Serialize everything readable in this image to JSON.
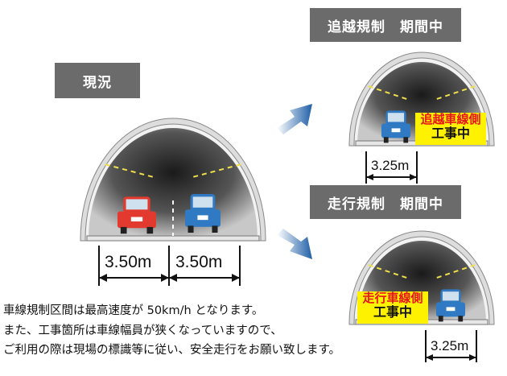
{
  "current": {
    "label": "現況",
    "widths": [
      "3.50m",
      "3.50m"
    ]
  },
  "overtaking_restriction": {
    "label": "追越規制　期間中",
    "sign_top": "追越車線側",
    "sign_bottom": "工事中",
    "width": "3.25m"
  },
  "driving_restriction": {
    "label": "走行規制　期間中",
    "sign_top": "走行車線側",
    "sign_bottom": "工事中",
    "width": "3.25m"
  },
  "notes": [
    "車線規制区間は最高速度が 50km/h となります。",
    "また、工事箇所は車線幅員が狭くなっていますので、",
    "ご利用の際は現場の標識等に従い、安全走行をお願い致します。"
  ],
  "colors": {
    "label_bg": "#6b6b6b",
    "arrow": "#1f5fa8",
    "sign": "#fff200",
    "sign_text": "#e8141b"
  }
}
